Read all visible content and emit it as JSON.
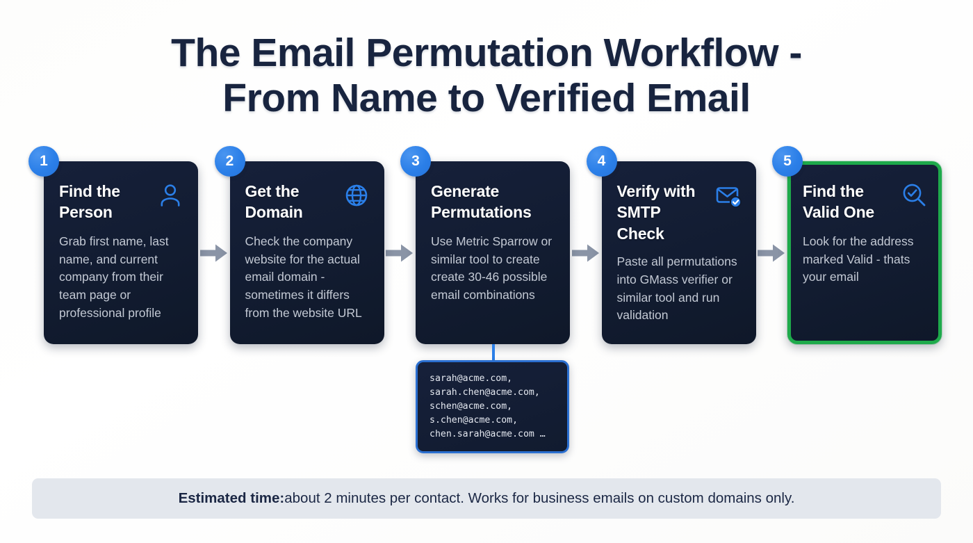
{
  "title": {
    "line1": "The Email Permutation Workflow -",
    "line2": "From Name to Verified Email"
  },
  "colors": {
    "accent_blue": "#2b7fe8",
    "card_navy": "#141e33",
    "valid_green": "#1eaa4b",
    "arrow_gray": "#8a94a6",
    "footer_bg": "#e3e7ed",
    "title_navy": "#18243f"
  },
  "steps": [
    {
      "number": "1",
      "title": "Find the Person",
      "body": "Grab first name, last name, and current company from their team page or professional profile",
      "icon": "person-icon",
      "highlight": false
    },
    {
      "number": "2",
      "title": "Get the Domain",
      "body": "Check the company website for the actual email domain - sometimes it differs from the website URL",
      "icon": "globe-icon",
      "highlight": false
    },
    {
      "number": "3",
      "title": "Generate Permutations",
      "body": "Use Metric Sparrow or similar tool to create\ncreate 30-46 possible email combinations",
      "icon": "none",
      "highlight": false
    },
    {
      "number": "4",
      "title": "Verify with SMTP Check",
      "body": "Paste all permutations into GMass verifier or similar tool and run validation",
      "icon": "envelope-check-icon",
      "highlight": false
    },
    {
      "number": "5",
      "title": "Find the Valid One",
      "body": "Look for the address marked Valid - thats your email",
      "icon": "magnifier-check-icon",
      "highlight": true
    }
  ],
  "email_callout": {
    "lines": [
      "sarah@acme.com,",
      "sarah.chen@acme.com,",
      "schen@acme.com,",
      "s.chen@acme.com,",
      "chen.sarah@acme.com  …"
    ]
  },
  "footer": {
    "label": "Estimated time:",
    "text": " about 2 minutes per contact. Works for business emails on custom domains only."
  }
}
